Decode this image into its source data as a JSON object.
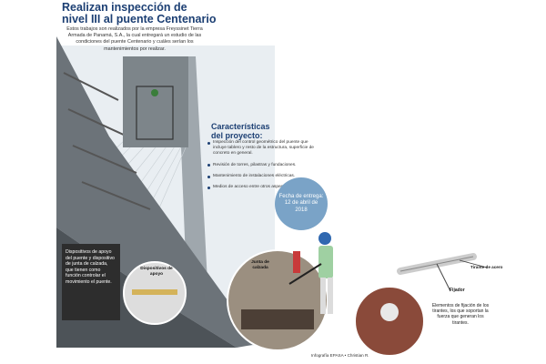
{
  "header": {
    "title_line1": "Realizan inspección de",
    "title_line2": "nivel III al puente Centenario",
    "intro": "Estos trabajos son realizados por la empresa Freyssinet Tierra Armada de Panamá, S.A., la cual entregará un estudio de las condiciones del puente Centenario y cuáles serían los mantenimientos por realizar."
  },
  "characteristics": {
    "title_line1": "Características",
    "title_line2": "del proyecto:",
    "items": [
      "Inspección del control geométrico del puente que incluye tablero y resto de la estructura, superficie de concreto en general.",
      "Revisión de torres, pilastras y fundaciones.",
      "Mantenimiento de instalaciones eléctricas.",
      "Medios de acceso entre otros aspectos."
    ]
  },
  "date_circle": {
    "text": "Fecha de entrega: 12 de abril de 2018"
  },
  "labels": {
    "left_box": "Dispositivos de apoyo del puente y dispositivo de junta de calzada, que tienen como función controlar el movimiento el puente.",
    "dispositivos": "Dispositivos de apoyo",
    "junta": "Junta de calzada",
    "tirante": "Tirante de acero",
    "fijador": "Fijador",
    "elementos": "Elementos de fijación de los tirantes, los que soportan la fuerza que generan los tirantes."
  },
  "credit": "Infografía EPASA • Christian R."
}
